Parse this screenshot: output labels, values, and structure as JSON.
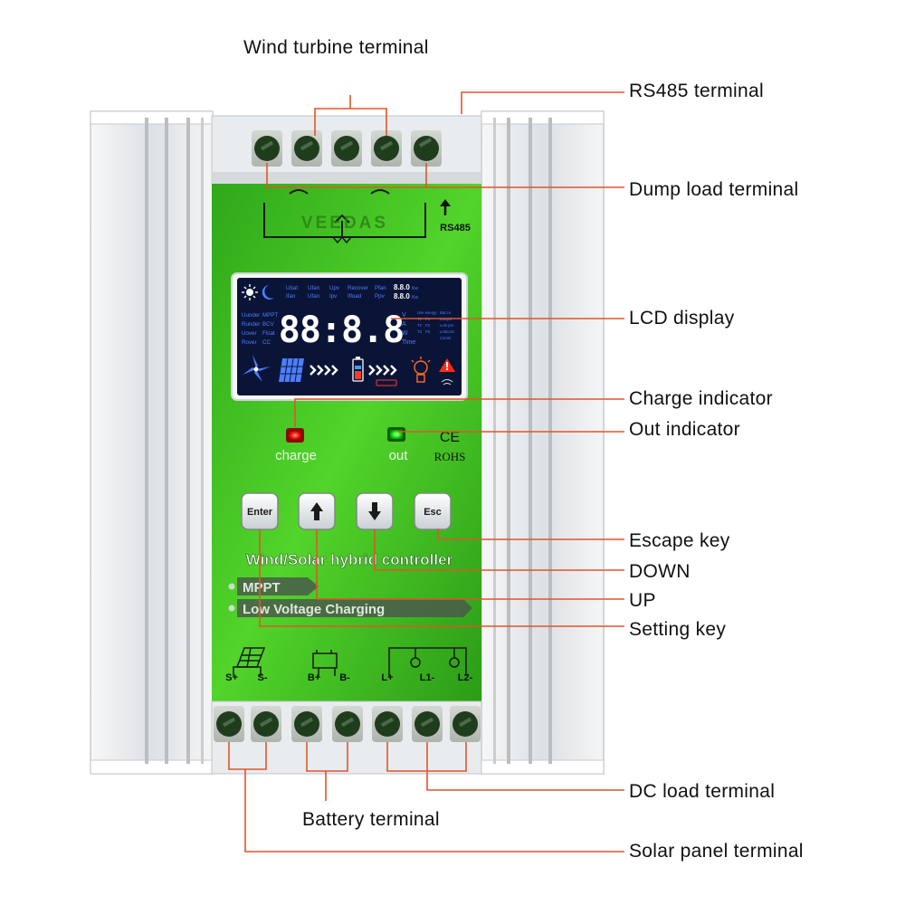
{
  "colors": {
    "accent_line": "#e0552b",
    "panel_green": "#3ec21f",
    "panel_green_light": "#6fe23a",
    "lcd_bg": "#0a1437",
    "lcd_blue": "#4d7fff",
    "heatsink": "#e8ebee",
    "terminal_dark": "#1f3d1c"
  },
  "callouts": {
    "wind_turbine": "Wind turbine terminal",
    "rs485": "RS485 terminal",
    "dump_load": "Dump load terminal",
    "lcd": "LCD display",
    "charge_ind": "Charge indicator",
    "out_ind": "Out indicator",
    "escape": "Escape key",
    "down": "DOWN",
    "up": "UP",
    "setting": "Setting key",
    "dc_load": "DC load terminal",
    "battery": "Battery terminal",
    "solar": "Solar panel terminal"
  },
  "device": {
    "brand": "VEEDAS",
    "rs485": "RS485",
    "charge_label": "charge",
    "out_label": "out",
    "ce": "CE",
    "rohs": "ROHS",
    "title": "Wind/Solar  hybrid  controller",
    "feature1": "MPPT",
    "feature2": "Low Voltage Charging",
    "key_enter": "Enter",
    "key_esc": "Esc",
    "bottom_labels": [
      "S+",
      "S-",
      "B+",
      "B-",
      "L+",
      "L1-",
      "L2-"
    ]
  },
  "lcd": {
    "digits": "88:8.8",
    "top_row1": [
      "Ubat",
      "Ufan",
      "Upv",
      "Recover",
      "Pfan"
    ],
    "top_row2": [
      "Ifan",
      "Ufan",
      "Ipv",
      "Ifload",
      "Ppv"
    ],
    "top_right": [
      "8.8.0",
      "8.8.0"
    ],
    "top_right_unit": [
      "Kw",
      "Kw"
    ],
    "left_col1": [
      "Uunder",
      "Runder",
      "Uover",
      "Rover"
    ],
    "left_col2": [
      "MPPT",
      "BCV",
      "Float",
      "CC"
    ],
    "units": [
      "V",
      "A",
      "W",
      "Time"
    ],
    "right_small": [
      "Use energy",
      "Bat t-s",
      "T1",
      "P1",
      "T2",
      "P2",
      "T3",
      "P3",
      "Lampd",
      "Lrnk pm",
      "Lrnkcam",
      "Comm"
    ]
  }
}
